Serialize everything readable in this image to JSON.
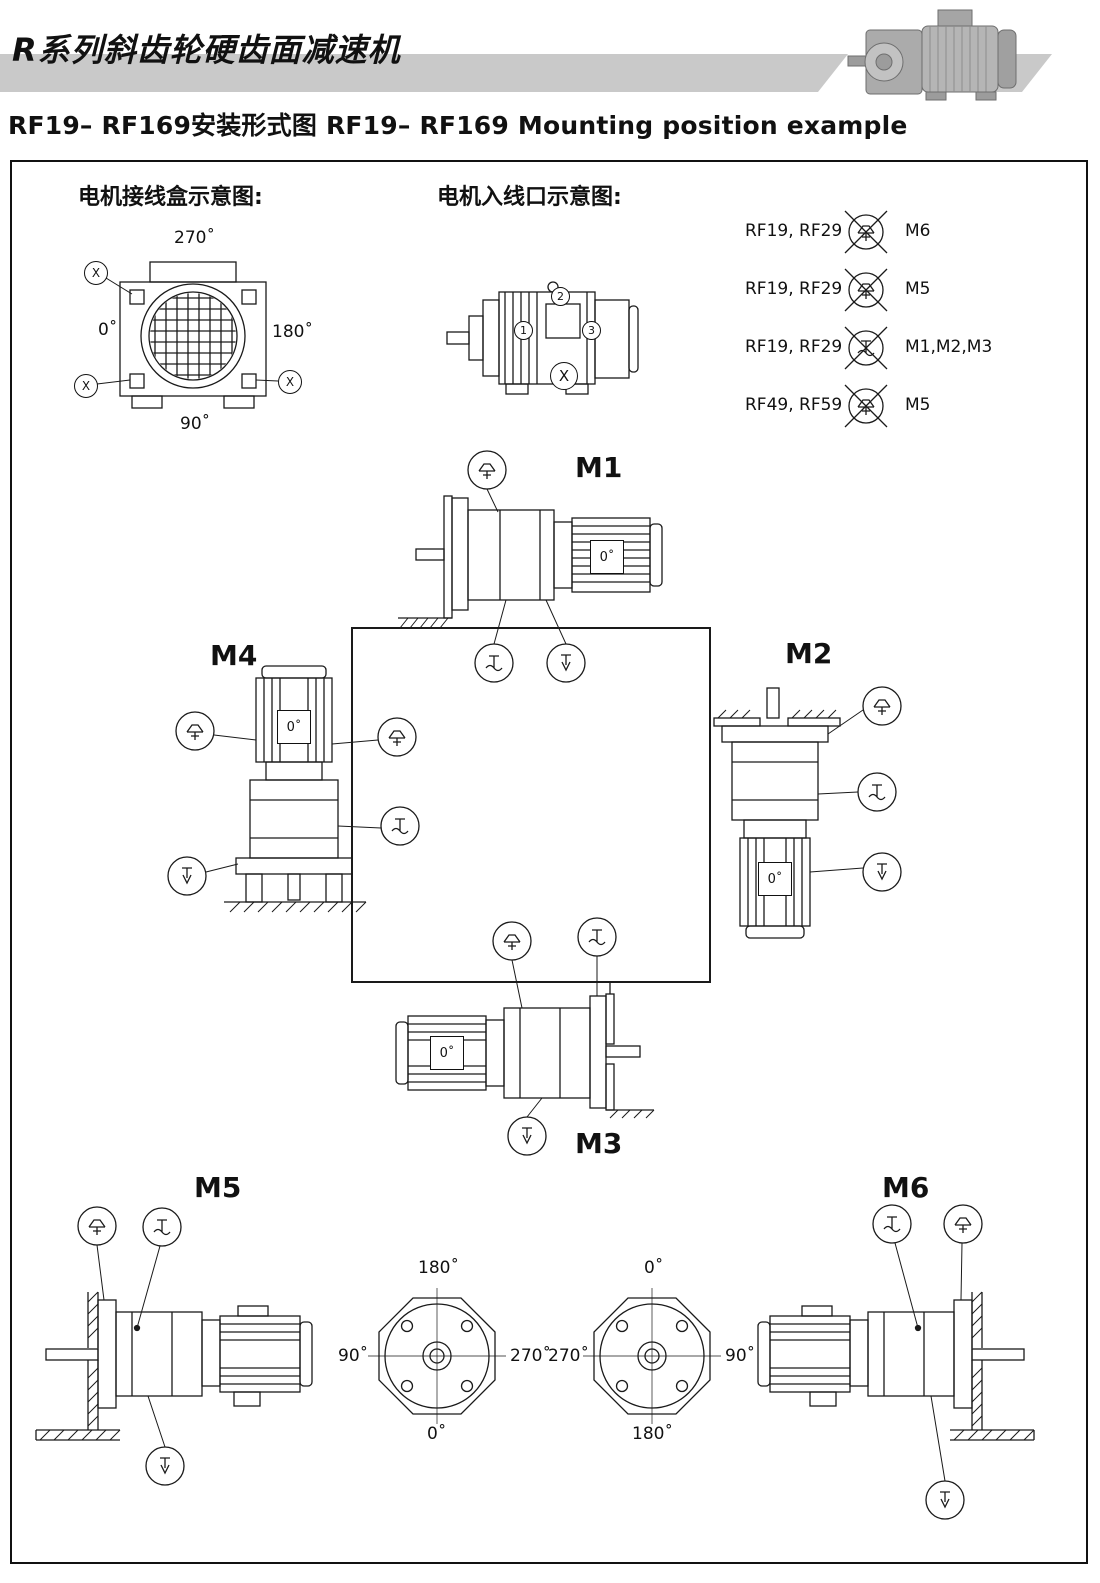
{
  "header": {
    "title": "R系列斜齿轮硬齿面减速机",
    "subtitle": "RF19– RF169安装形式图 RF19– RF169 Mounting position example"
  },
  "terminal_box": {
    "label": "电机接线盒示意图:",
    "angle_top": "270˚",
    "angle_left": "0˚",
    "angle_right": "180˚",
    "angle_bottom": "90˚",
    "x_mark": "X"
  },
  "cable_entry": {
    "label": "电机入线口示意图:",
    "pos_1": "1",
    "pos_2": "2",
    "pos_3": "3",
    "x_mark": "X"
  },
  "restrictions": [
    {
      "models": "RF19, RF29",
      "positions": "M6"
    },
    {
      "models": "RF19, RF29",
      "positions": "M5"
    },
    {
      "models": "RF19, RF29",
      "positions": "M1,M2,M3"
    },
    {
      "models": "RF49, RF59",
      "positions": "M5"
    }
  ],
  "positions": {
    "m1": "M1",
    "m2": "M2",
    "m3": "M3",
    "m4": "M4",
    "m5": "M5",
    "m6": "M6"
  },
  "terminal_angle": "0˚",
  "flange_left": {
    "top": "180˚",
    "left": "90˚",
    "right": "270˚",
    "bottom": "0˚"
  },
  "flange_right": {
    "top": "0˚",
    "left": "270˚",
    "right": "90˚",
    "bottom": "180˚"
  }
}
